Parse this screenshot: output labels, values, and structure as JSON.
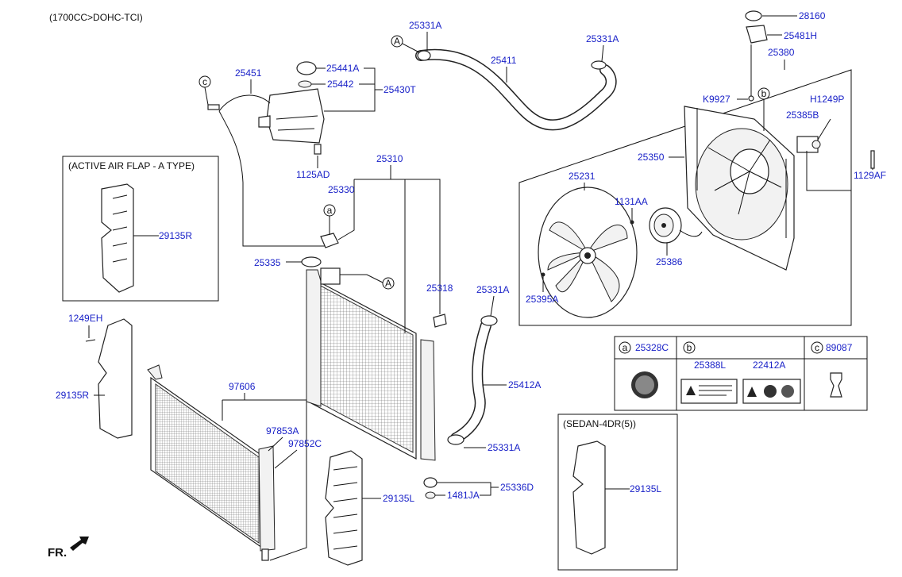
{
  "header": {
    "engine_spec": "(1700CC>DOHC-TCI)"
  },
  "callouts": {
    "A": "A",
    "a": "a",
    "b": "b",
    "c": "c"
  },
  "groups": {
    "active_air_flap": "(ACTIVE AIR FLAP - A TYPE)",
    "sedan": "(SEDAN-4DR(5))"
  },
  "legend": {
    "a_code": "25328C",
    "b_code": "",
    "c_code": "89087",
    "b_items": [
      "25388L",
      "22412A"
    ]
  },
  "parts": {
    "p25331A_top_left": "25331A",
    "p25331A_top_right": "25331A",
    "p25411": "25411",
    "p28160": "28160",
    "p25481H": "25481H",
    "p25380": "25380",
    "p25451": "25451",
    "p25441A": "25441A",
    "p25442": "25442",
    "p25430T": "25430T",
    "p1125AD": "1125AD",
    "pK9927": "K9927",
    "pH1249P": "H1249P",
    "p25385B": "25385B",
    "p25350": "25350",
    "p1129AF": "1129AF",
    "p25310": "25310",
    "p25330": "25330",
    "p25231": "25231",
    "p1131AA": "1131AA",
    "p29135R_flap": "29135R",
    "p25335": "25335",
    "p25386": "25386",
    "p25318": "25318",
    "p25331A_mid": "25331A",
    "p25395A": "25395A",
    "p1249EH": "1249EH",
    "p25412A": "25412A",
    "p29135R_lower": "29135R",
    "p97606": "97606",
    "p97853A": "97853A",
    "p97852C": "97852C",
    "p25331A_bottom": "25331A",
    "p25336D": "25336D",
    "p1481JA": "1481JA",
    "p29135L_center": "29135L",
    "p29135L_sedan": "29135L"
  },
  "footer": {
    "front_marker": "FR."
  }
}
